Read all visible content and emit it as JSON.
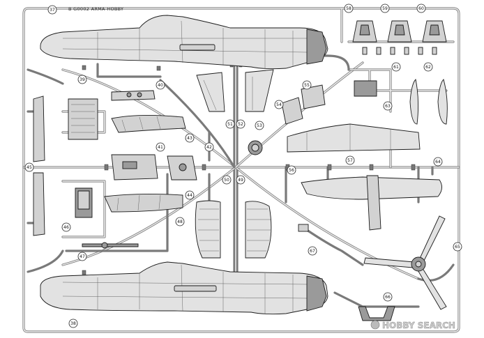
{
  "sprue": {
    "code": "B G0002 ARMA-HOBBY",
    "part_numbers": [
      "37",
      "38",
      "39",
      "40",
      "41",
      "42",
      "43",
      "44",
      "45",
      "46",
      "47",
      "48",
      "49",
      "50",
      "51",
      "52",
      "53",
      "54",
      "55",
      "56",
      "57",
      "58",
      "59",
      "60",
      "61",
      "62",
      "63",
      "64",
      "65",
      "66",
      "67"
    ]
  },
  "watermark": {
    "text": "HOBBY SEARCH"
  }
}
